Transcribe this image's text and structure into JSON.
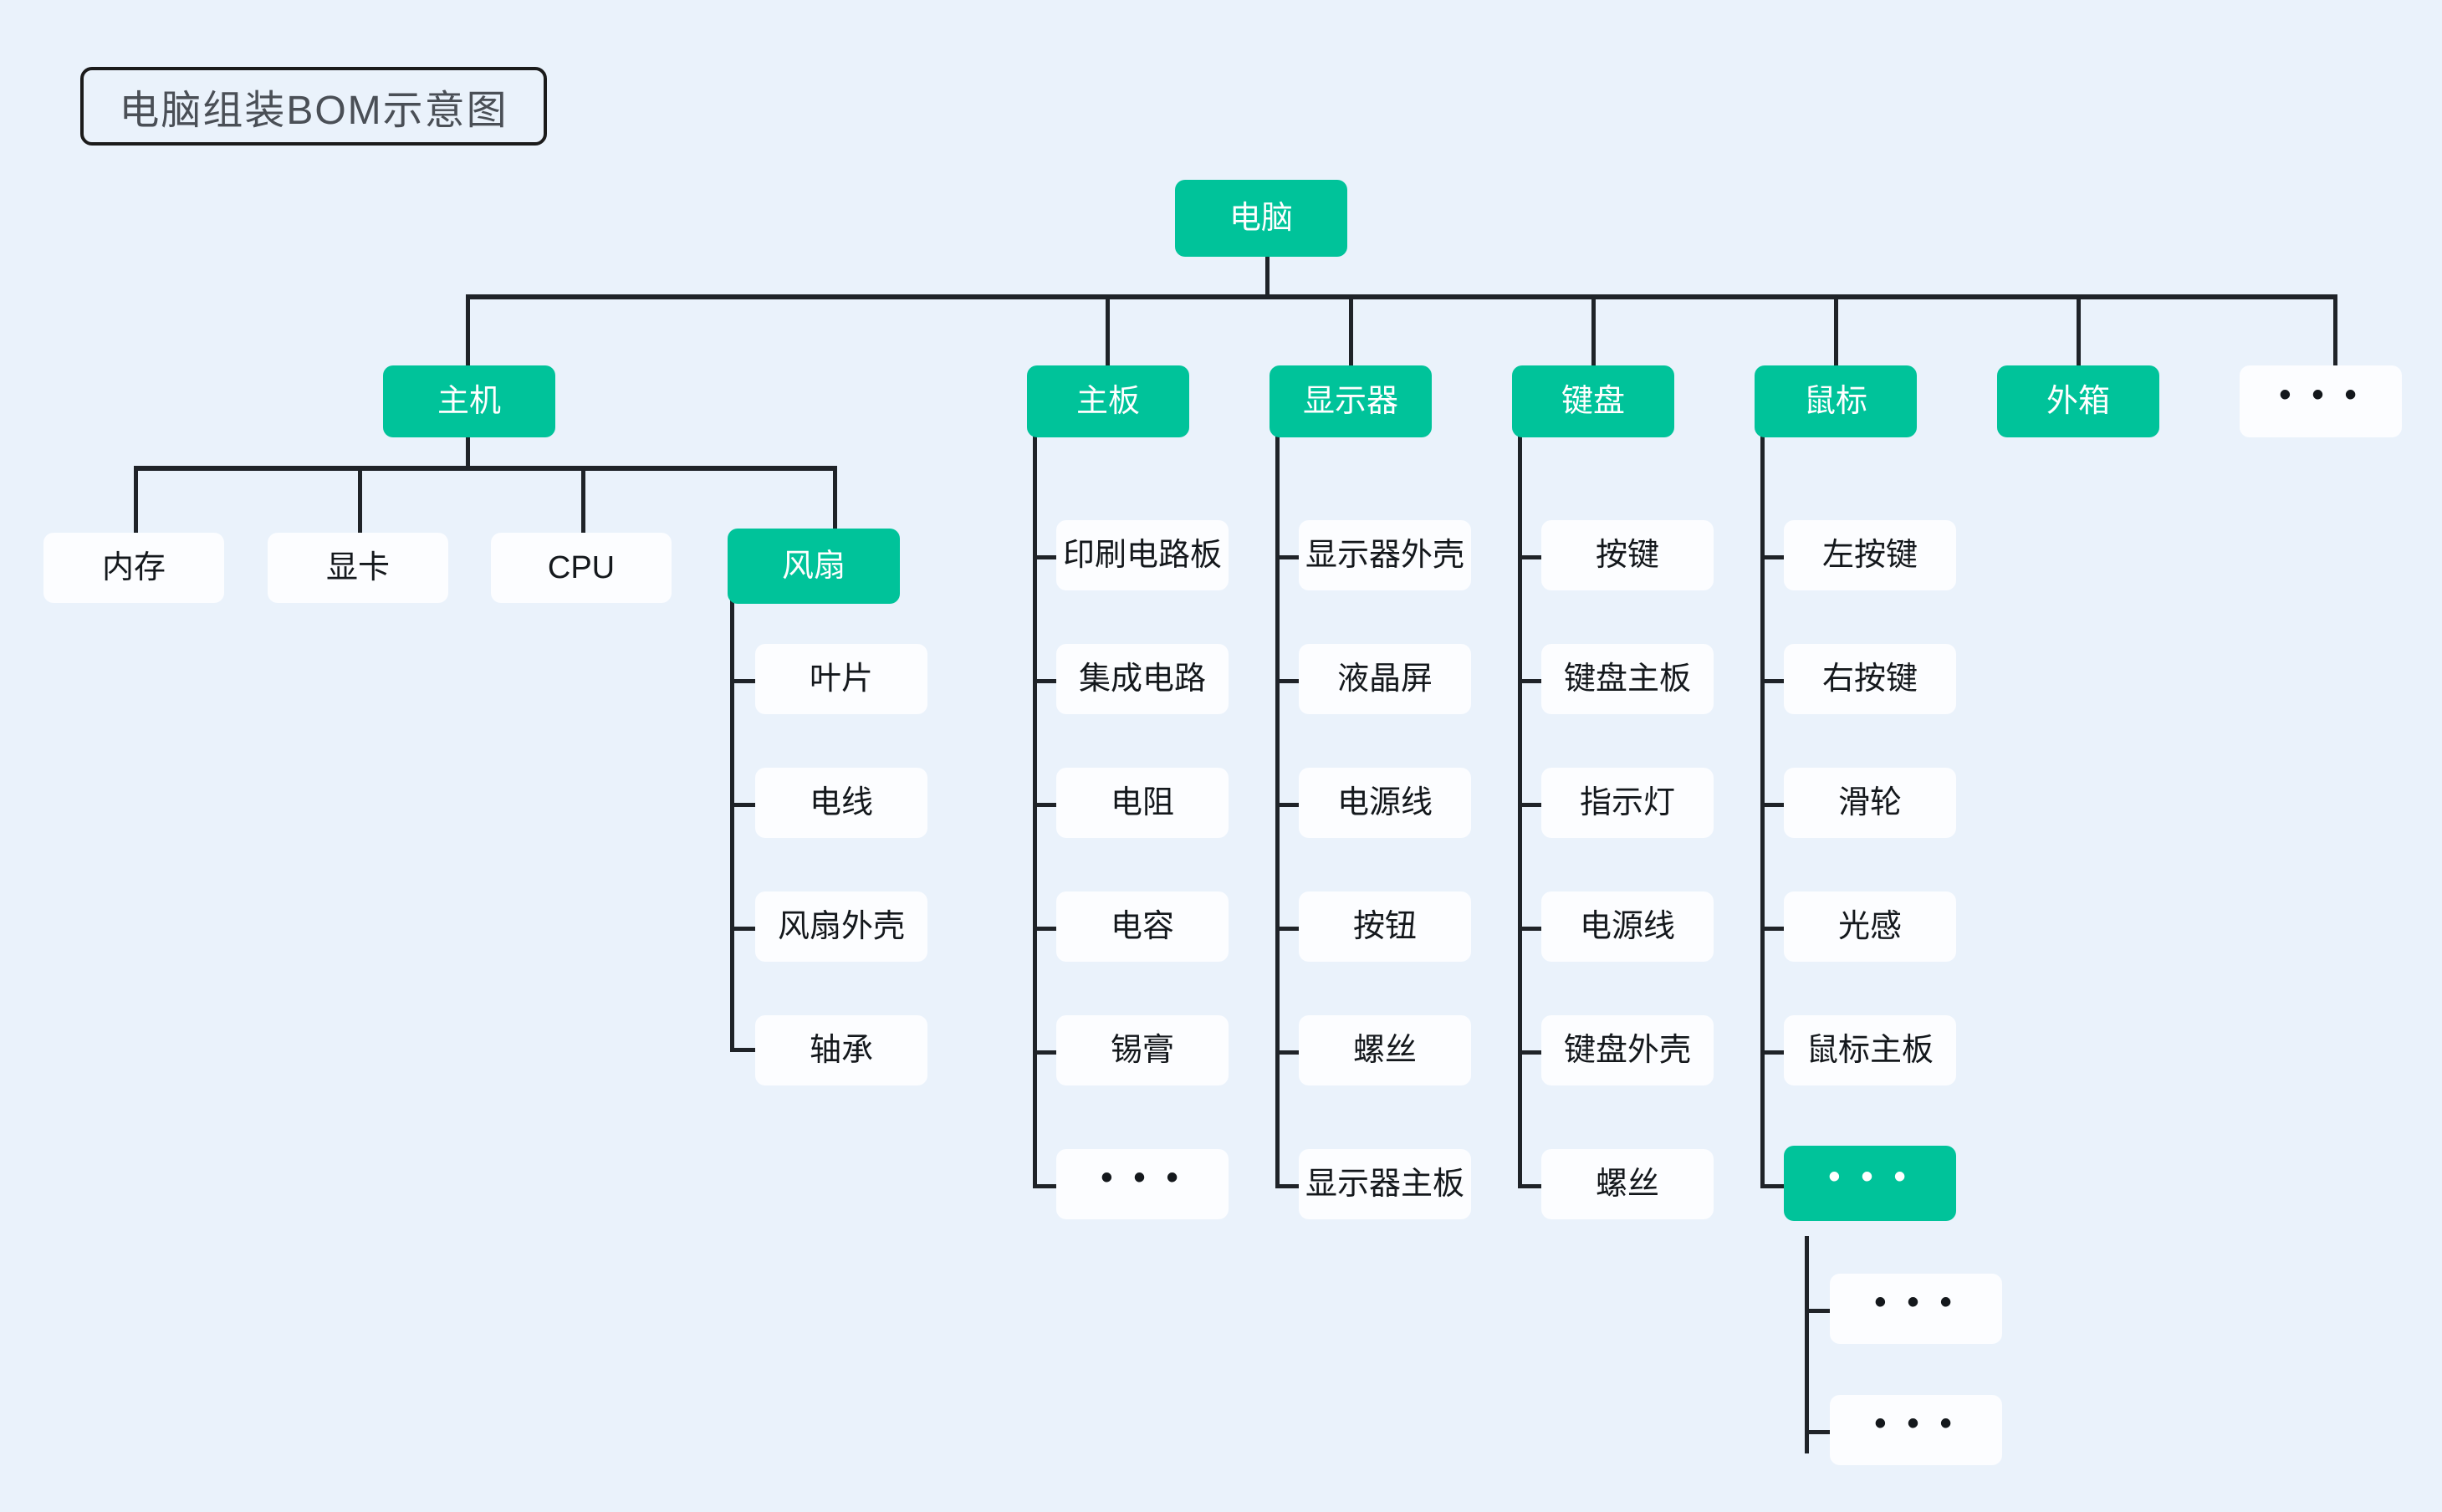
{
  "title": "电脑组装BOM示意图",
  "colors": {
    "background": "#eaf2fb",
    "accent_green": "#00c39a",
    "node_white": "#fcfdff",
    "line": "#1f2328",
    "title_text": "#4a4f56"
  },
  "ellipsis": "• • •",
  "tree": {
    "root": {
      "label": "电脑",
      "style": "green"
    },
    "level2": [
      {
        "label": "主机",
        "style": "green"
      },
      {
        "label": "主板",
        "style": "green"
      },
      {
        "label": "显示器",
        "style": "green"
      },
      {
        "label": "键盘",
        "style": "green"
      },
      {
        "label": "鼠标",
        "style": "green"
      },
      {
        "label": "外箱",
        "style": "green"
      },
      {
        "label": "• • •",
        "style": "white"
      }
    ],
    "zhuji_children": [
      {
        "label": "内存",
        "style": "white"
      },
      {
        "label": "显卡",
        "style": "white"
      },
      {
        "label": "CPU",
        "style": "white"
      },
      {
        "label": "风扇",
        "style": "green"
      }
    ],
    "fengshan_children": [
      {
        "label": "叶片",
        "style": "white"
      },
      {
        "label": "电线",
        "style": "white"
      },
      {
        "label": "风扇外壳",
        "style": "white"
      },
      {
        "label": "轴承",
        "style": "white"
      }
    ],
    "zhuban_children": [
      {
        "label": "印刷电路板",
        "style": "white"
      },
      {
        "label": "集成电路",
        "style": "white"
      },
      {
        "label": "电阻",
        "style": "white"
      },
      {
        "label": "电容",
        "style": "white"
      },
      {
        "label": "锡膏",
        "style": "white"
      },
      {
        "label": "• • •",
        "style": "white"
      }
    ],
    "xianshiqi_children": [
      {
        "label": "显示器外壳",
        "style": "white"
      },
      {
        "label": "液晶屏",
        "style": "white"
      },
      {
        "label": "电源线",
        "style": "white"
      },
      {
        "label": "按钮",
        "style": "white"
      },
      {
        "label": "螺丝",
        "style": "white"
      },
      {
        "label": "显示器主板",
        "style": "white"
      }
    ],
    "jianpan_children": [
      {
        "label": "按键",
        "style": "white"
      },
      {
        "label": "键盘主板",
        "style": "white"
      },
      {
        "label": "指示灯",
        "style": "white"
      },
      {
        "label": "电源线",
        "style": "white"
      },
      {
        "label": "键盘外壳",
        "style": "white"
      },
      {
        "label": "螺丝",
        "style": "white"
      }
    ],
    "shubiao_children": [
      {
        "label": "左按键",
        "style": "white"
      },
      {
        "label": "右按键",
        "style": "white"
      },
      {
        "label": "滑轮",
        "style": "white"
      },
      {
        "label": "光感",
        "style": "white"
      },
      {
        "label": "鼠标主板",
        "style": "white"
      },
      {
        "label": "• • •",
        "style": "green"
      }
    ],
    "shubiao_more_children": [
      {
        "label": "• • •",
        "style": "white"
      },
      {
        "label": "• • •",
        "style": "white"
      }
    ]
  }
}
